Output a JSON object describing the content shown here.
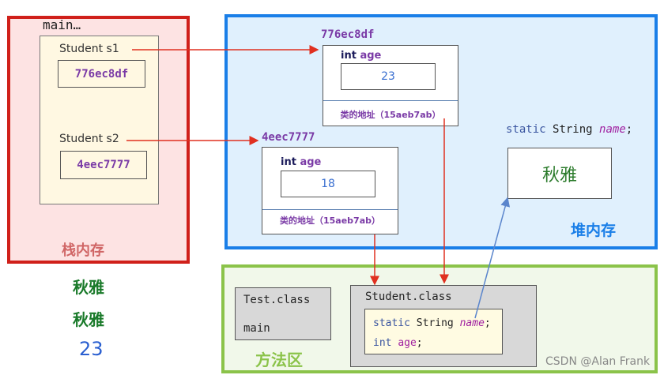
{
  "stack": {
    "title": "main…",
    "label": "栈内存",
    "vars": [
      {
        "decl": "Student  s1",
        "value": "776ec8df"
      },
      {
        "decl": "Student  s2",
        "value": "4eec7777"
      }
    ]
  },
  "heap": {
    "label": "堆内存",
    "objects": [
      {
        "address": "776ec8df",
        "field_type": "int",
        "field_name": "age",
        "value": "23",
        "class_ref": "类的地址（15aeb7ab）"
      },
      {
        "address": "4eec7777",
        "field_type": "int",
        "field_name": "age",
        "value": "18",
        "class_ref": "类的地址（15aeb7ab）"
      }
    ],
    "static_field": {
      "keyword": "static",
      "type": "String",
      "name": "name",
      "semicolon": ";",
      "value": "秋雅"
    }
  },
  "method_area": {
    "label": "方法区",
    "test_class": {
      "name": "Test.class",
      "member": "main"
    },
    "student_class": {
      "name": "Student.class",
      "line1": {
        "keyword": "static",
        "type": "String",
        "name": "name",
        "end": ";"
      },
      "line2": {
        "type": "int",
        "name": "age",
        "end": ";"
      }
    }
  },
  "output": {
    "lines": [
      "秋雅",
      "秋雅",
      "23"
    ]
  },
  "watermark": "CSDN @Alan Frank",
  "colors": {
    "stack": "#d0201a",
    "heap": "#1a7fe8",
    "method": "#8bc34a",
    "arrow_ref": "#e03020",
    "arrow_static": "#5a85cc"
  }
}
